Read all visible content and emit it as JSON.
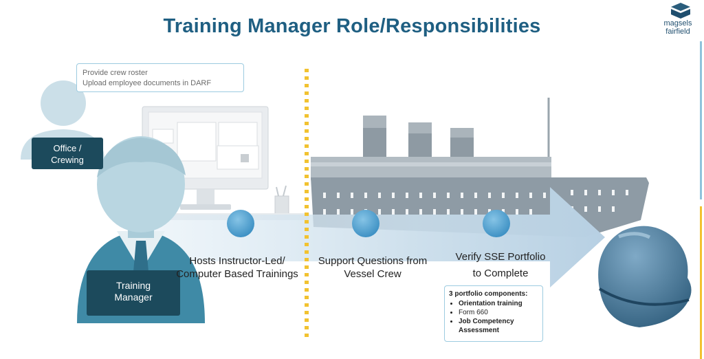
{
  "title": "Training Manager Role/Responsibilities",
  "logo": {
    "line1": "magsels",
    "line2": "fairfield"
  },
  "callout_top": {
    "line1": "Provide crew roster",
    "line2": "Upload employee documents in DARF"
  },
  "office": {
    "line1": "Office /",
    "line2": "Crewing"
  },
  "training_manager": {
    "line1": "Training",
    "line2": "Manager"
  },
  "stages": [
    {
      "line1": "Hosts Instructor-Led/",
      "line2": "Computer Based Trainings"
    },
    {
      "line1": "Support Questions from",
      "line2": "Vessel Crew"
    },
    {
      "line1": "Verify SSE Portfolio",
      "line2": "to Complete"
    }
  ],
  "portfolio": {
    "heading": "3 portfolio components:",
    "items": [
      {
        "text": "Orientation training",
        "bold": true
      },
      {
        "text": "Form 660",
        "bold": false
      },
      {
        "text": "Job Competency",
        "bold": true
      },
      {
        "text": "Assessment",
        "bold": true
      }
    ]
  },
  "colors": {
    "title": "#1f5f82",
    "label_box": "#1c4a5c",
    "divider": "#f2c230",
    "callout_border": "#9ccbe0"
  }
}
